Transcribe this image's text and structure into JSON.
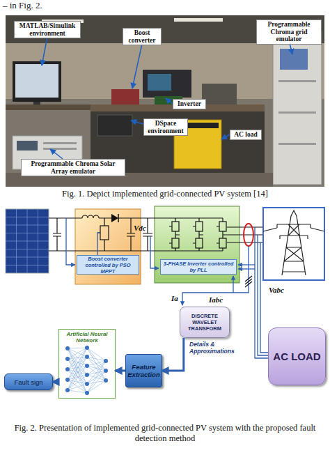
{
  "diagram": {
    "nodes": [
      {
        "text": [
          "Boost converter controlled by PSO MPPT"
        ]
      },
      {
        "text": [
          "3-PHASE Inverter controlled by PLL"
        ]
      },
      {
        "text": [
          "AC LOAD"
        ]
      },
      {
        "text": [
          "DISCRETE WAVELET TRANSFORM"
        ]
      },
      {
        "text": [
          "Feature Extraction"
        ]
      },
      {
        "text": [
          "Artificial Neural Network"
        ]
      },
      {
        "text": [
          "Fault sign"
        ]
      }
    ],
    "edges": [
      {
        "from": 3,
        "to": 4,
        "arrow": "to",
        "label": "Details & Approximations"
      },
      {
        "from": 4,
        "to": 5,
        "arrow": "to"
      },
      {
        "from": 5,
        "to": 6,
        "arrow": "to"
      }
    ],
    "labels": [
      "– in Fig. 2.",
      "MATLAB/Simulink environment",
      "Boost converter",
      "Programmable Chroma grid emulator",
      "Inverter",
      "DSpace environment",
      "AC load",
      "Programmable Chroma Solar Array emulator",
      "Fig. 1. Depict implemented grid-connected PV system [14]",
      "Vdc",
      "Vabc",
      "Iabc",
      "Ia",
      "Fig. 2. Presentation of implemented grid-connected PV system with the proposed fault detection method"
    ]
  }
}
